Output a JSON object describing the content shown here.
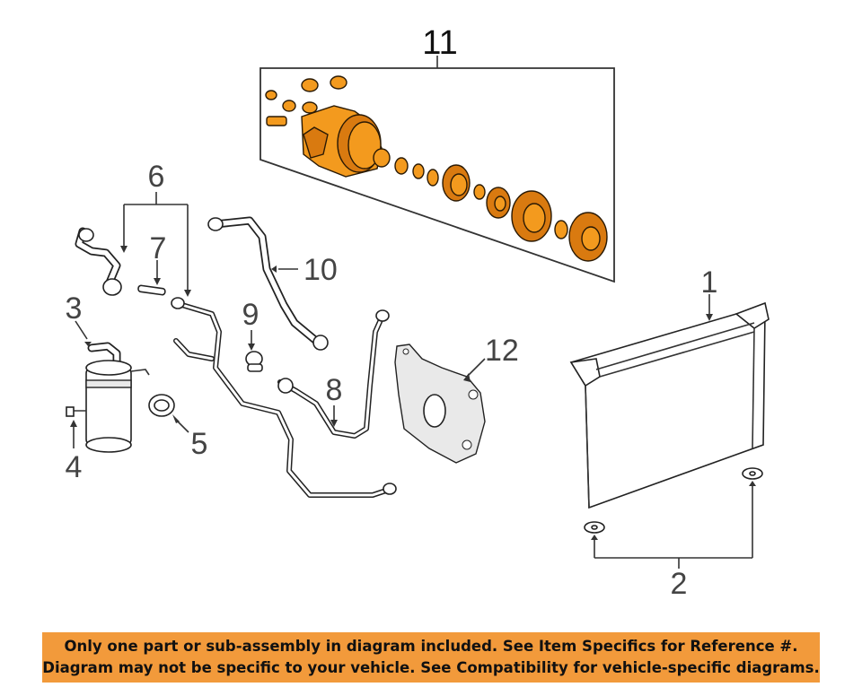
{
  "callouts": {
    "c1": "1",
    "c2": "2",
    "c3": "3",
    "c4": "4",
    "c5": "5",
    "c6": "6",
    "c7": "7",
    "c8": "8",
    "c9": "9",
    "c10": "10",
    "c11": "11",
    "c12": "12"
  },
  "colors": {
    "highlight": "#f39a1e",
    "banner": "#f29a3b"
  },
  "banner": {
    "line1": "Only one part or sub-assembly in diagram included. See Item Specifics for Reference #.",
    "line2": "Diagram may not be specific to your vehicle. See Compatibility for vehicle-specific diagrams."
  }
}
